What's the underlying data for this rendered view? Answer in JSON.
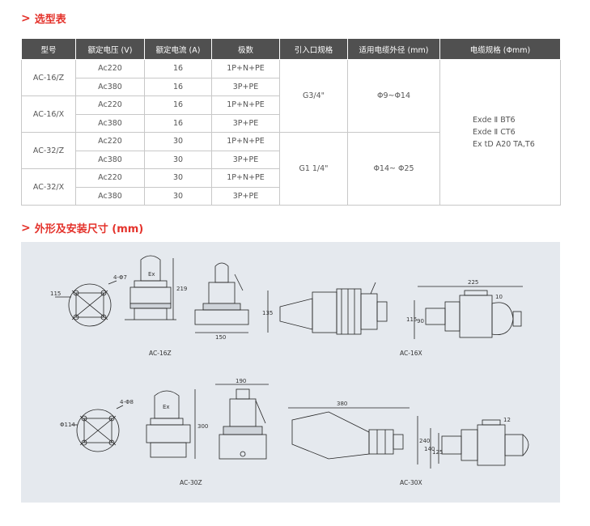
{
  "section1": {
    "title": "选型表"
  },
  "table": {
    "headers": [
      "型号",
      "额定电压 (V)",
      "额定电流 (A)",
      "极数",
      "引入口规格",
      "适用电缆外径 (mm)",
      "电缆规格 (Φmm)"
    ],
    "models": [
      "AC-16/Z",
      "AC-16/X",
      "AC-32/Z",
      "AC-32/X"
    ],
    "rows": [
      {
        "voltage": "Ac220",
        "current": "16",
        "poles": "1P+N+PE"
      },
      {
        "voltage": "Ac380",
        "current": "16",
        "poles": "3P+PE"
      },
      {
        "voltage": "Ac220",
        "current": "16",
        "poles": "1P+N+PE"
      },
      {
        "voltage": "Ac380",
        "current": "16",
        "poles": "3P+PE"
      },
      {
        "voltage": "Ac220",
        "current": "30",
        "poles": "1P+N+PE"
      },
      {
        "voltage": "Ac380",
        "current": "30",
        "poles": "3P+PE"
      },
      {
        "voltage": "Ac220",
        "current": "30",
        "poles": "1P+N+PE"
      },
      {
        "voltage": "Ac380",
        "current": "30",
        "poles": "3P+PE"
      }
    ],
    "inlet": [
      "G3/4\"",
      "G1 1/4\""
    ],
    "cable_od": [
      "Φ9~Φ14",
      "Φ14~ Φ25"
    ],
    "standard": [
      "Exde Ⅱ BT6",
      "Exde Ⅱ CT6",
      "Ex tD A20 TA,T6"
    ]
  },
  "section2": {
    "title": "外形及安装尺寸 (mm)"
  },
  "drawings": {
    "ac16z": {
      "caption": "AC-16Z",
      "dims": [
        "115",
        "4-Φ7",
        "219",
        "150"
      ],
      "mark": "Ex"
    },
    "ac16x": {
      "caption": "AC-16X",
      "dims": [
        "135",
        "225",
        "10",
        "115",
        "90"
      ]
    },
    "ac30z": {
      "caption": "AC-30Z",
      "dims": [
        "Φ114",
        "4-Φ8",
        "300",
        "190"
      ],
      "mark": "Ex"
    },
    "ac30x": {
      "caption": "AC-30X",
      "dims": [
        "380",
        "240",
        "12",
        "140",
        "125"
      ]
    }
  }
}
